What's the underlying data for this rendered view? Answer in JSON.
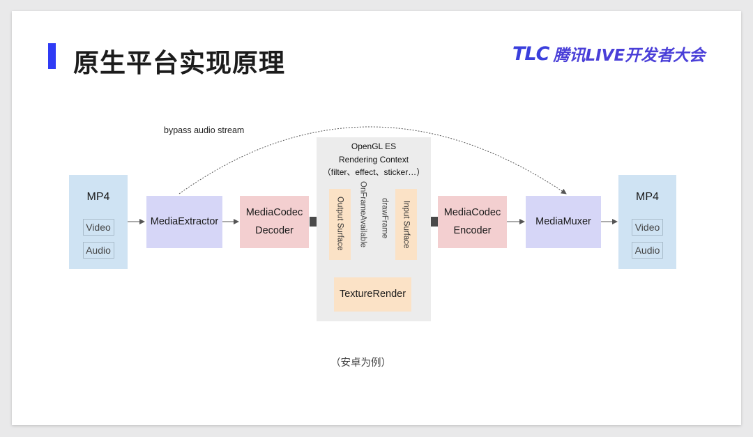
{
  "header": {
    "title": "原生平台实现原理",
    "logo_tlc": "TLC",
    "logo_text": "腾讯LIVE开发者大会"
  },
  "diagram": {
    "bypass_label": "bypass audio stream",
    "source": {
      "title": "MP4",
      "tracks": [
        "Video",
        "Audio"
      ]
    },
    "extractor": "MediaExtractor",
    "decoder": [
      "MediaCodec",
      "Decoder"
    ],
    "gl_context": {
      "title_lines": [
        "OpenGL ES",
        "Rendering Context",
        "（filter、effect、sticker…）"
      ],
      "output_surface": "Output Surface",
      "input_surface": "Input Surface",
      "on_frame_available": "OnFrameAvailable",
      "draw_frame": "drawFrame",
      "texture_render": "TextureRender"
    },
    "encoder": [
      "MediaCodec",
      "Encoder"
    ],
    "muxer": "MediaMuxer",
    "target": {
      "title": "MP4",
      "tracks": [
        "Video",
        "Audio"
      ]
    }
  },
  "caption": "（安卓为例）",
  "colors": {
    "accent_bar": "#2f3bf5",
    "logo": "#3a3fdc",
    "mp4_box": "#cfe3f3",
    "extractor_muxer_box": "#d6d6f7",
    "codec_box": "#f3cfd0",
    "surface_box": "#fbe2c6",
    "gl_context_box": "#ececec"
  }
}
